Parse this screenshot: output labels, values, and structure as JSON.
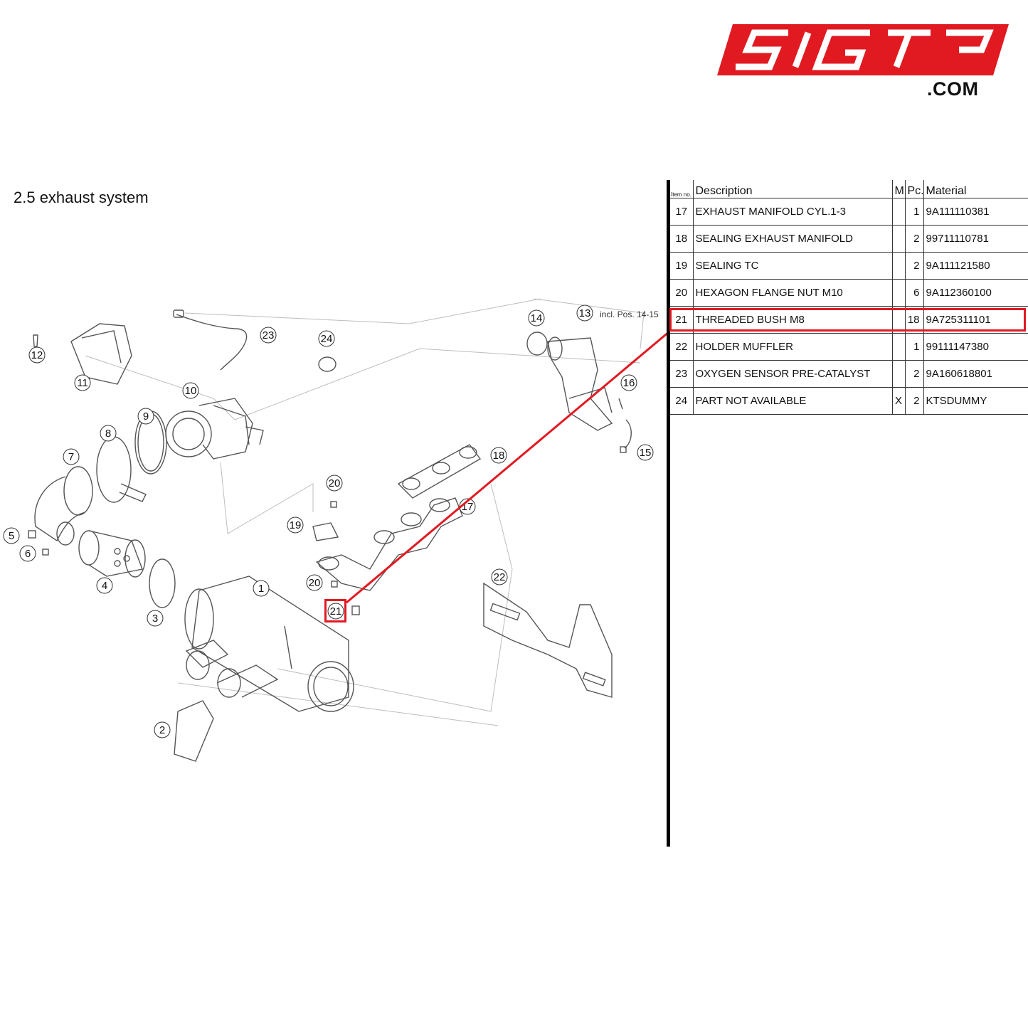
{
  "logo": {
    "text": "SIGT3",
    "domain": ".COM",
    "color": "#e11a22"
  },
  "page_title": "2.5  exhaust system",
  "table": {
    "headers": {
      "item": "Item no.",
      "description": "Description",
      "m": "M",
      "pc": "Pc.",
      "material": "Material"
    },
    "rows": [
      {
        "item": "17",
        "description": "EXHAUST MANIFOLD CYL.1-3",
        "m": "",
        "pc": "1",
        "material": "9A111110381"
      },
      {
        "item": "18",
        "description": "SEALING EXHAUST MANIFOLD",
        "m": "",
        "pc": "2",
        "material": "99711110781"
      },
      {
        "item": "19",
        "description": "SEALING TC",
        "m": "",
        "pc": "2",
        "material": "9A111121580"
      },
      {
        "item": "20",
        "description": "HEXAGON FLANGE NUT M10",
        "m": "",
        "pc": "6",
        "material": "9A112360100"
      },
      {
        "item": "21",
        "description": "THREADED BUSH M8",
        "m": "",
        "pc": "18",
        "material": "9A725311101"
      },
      {
        "item": "22",
        "description": "HOLDER MUFFLER",
        "m": "",
        "pc": "1",
        "material": "99111147380"
      },
      {
        "item": "23",
        "description": "OXYGEN SENSOR PRE-CATALYST",
        "m": "",
        "pc": "2",
        "material": "9A160618801"
      },
      {
        "item": "24",
        "description": "PART NOT AVAILABLE",
        "m": "X",
        "pc": "2",
        "material": "KTSDUMMY"
      }
    ],
    "highlighted_item": "21",
    "highlight_color": "#e11a22"
  },
  "diagram": {
    "incl_note": "incl. Pos. 14-15",
    "callouts": [
      "1",
      "2",
      "3",
      "4",
      "5",
      "6",
      "7",
      "8",
      "9",
      "10",
      "11",
      "12",
      "13",
      "14",
      "15",
      "16",
      "17",
      "18",
      "19",
      "20",
      "20",
      "21",
      "22",
      "23",
      "24"
    ]
  }
}
